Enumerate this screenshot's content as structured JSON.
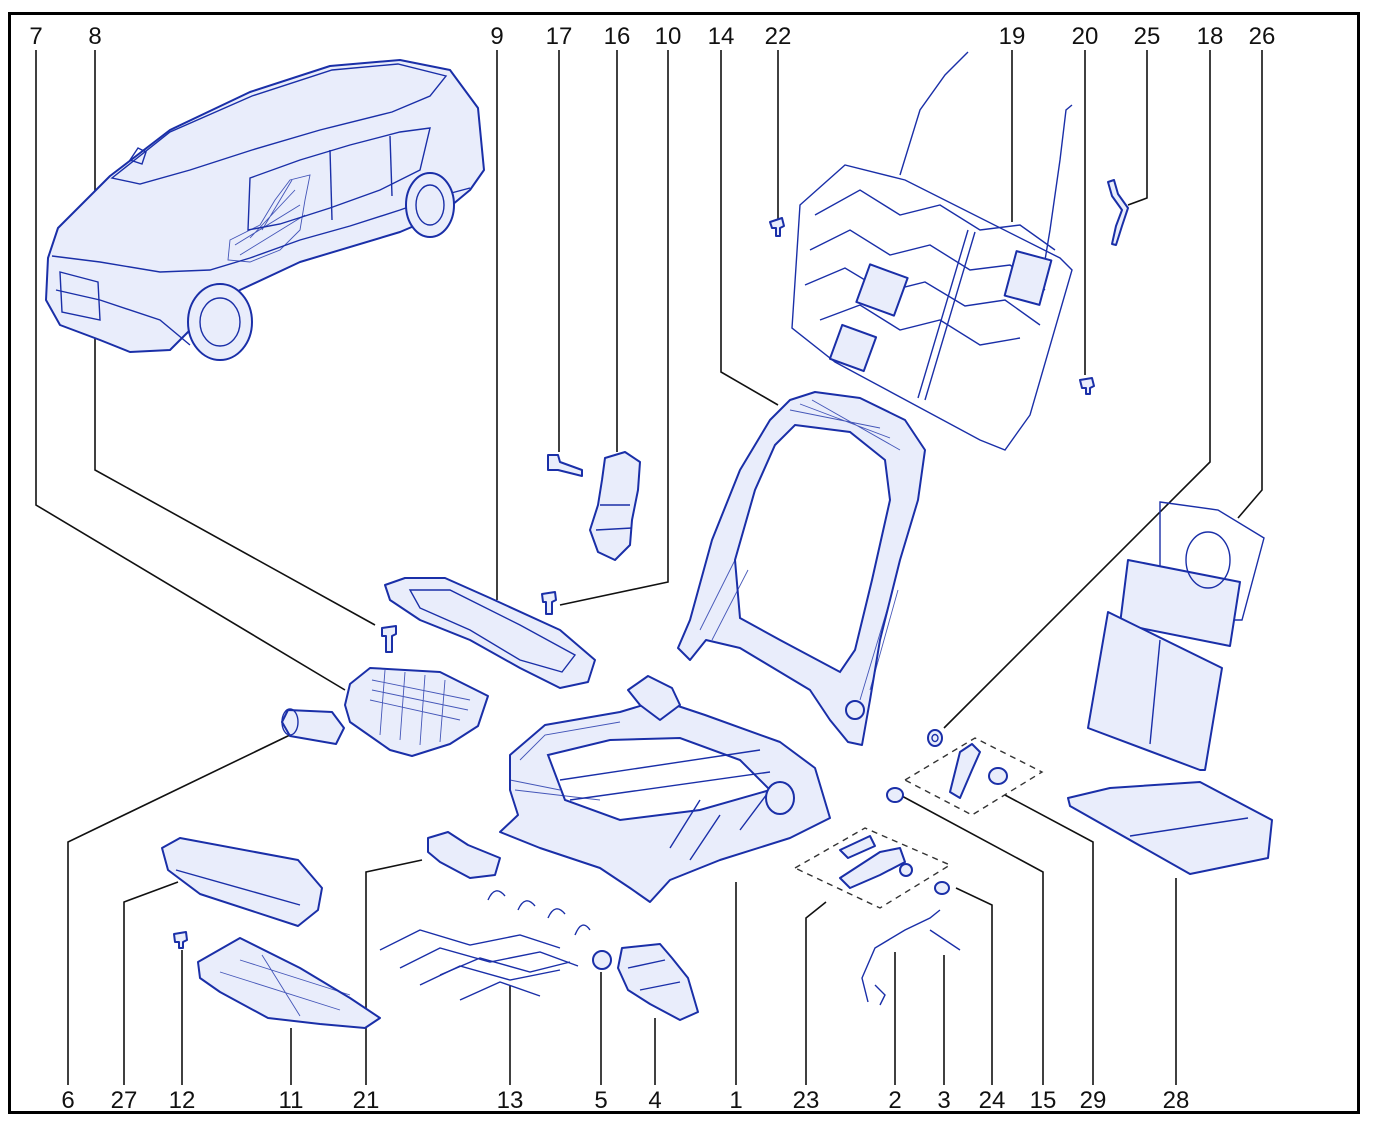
{
  "colors": {
    "ink": "#1a2fa8",
    "frame": "#000000",
    "label": "#111111"
  },
  "top_labels": [
    "7",
    "8",
    "9",
    "17",
    "16",
    "10",
    "14",
    "22",
    "19",
    "20",
    "25",
    "18",
    "26"
  ],
  "bottom_labels": [
    "6",
    "27",
    "12",
    "11",
    "21",
    "13",
    "5",
    "4",
    "1",
    "23",
    "2",
    "3",
    "24",
    "15",
    "29",
    "28"
  ]
}
